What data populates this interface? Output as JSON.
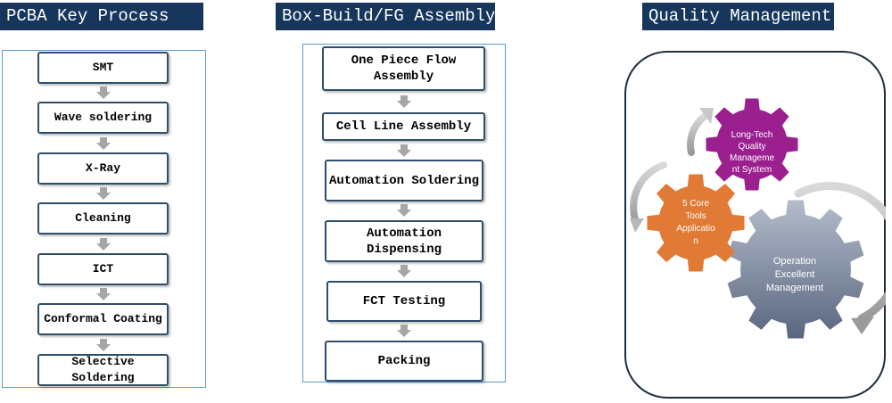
{
  "pcba": {
    "title": "PCBA Key Process",
    "steps": [
      "SMT",
      "Wave soldering",
      "X-Ray",
      "Cleaning",
      "ICT",
      "Conformal Coating",
      "Selective Soldering"
    ]
  },
  "box_build": {
    "title": "Box-Build/FG Assembly",
    "steps": [
      "One Piece Flow\nAssembly",
      "Cell Line Assembly",
      "Automation Soldering",
      "Automation Dispensing",
      "FCT Testing",
      "Packing"
    ]
  },
  "quality": {
    "title": "Quality Management",
    "gears": {
      "system": "Long-Tech\nQuality\nManageme\nnt System",
      "core_tools": "5 Core\nTools\nApplicatio\nn",
      "operation": "Operation\nExcellent\nManagement"
    }
  },
  "colors": {
    "title_bg": "#16365c",
    "panel_border": "#5b9bd5",
    "step_border": "#2e4e6b",
    "arrow": "#a6a6a6",
    "gear_system": "#9b1f8f",
    "gear_core": "#e07a35",
    "gear_operation": "#7d8aa6"
  }
}
